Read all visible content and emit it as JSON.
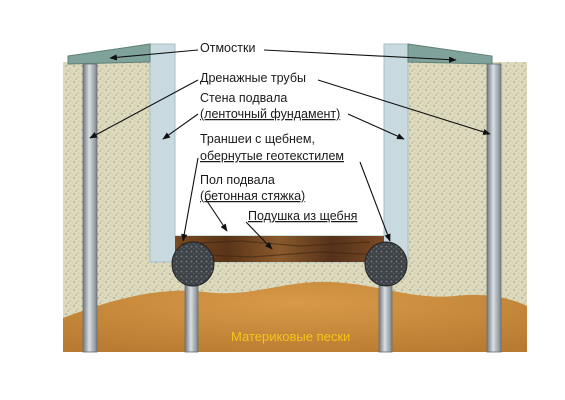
{
  "labels": {
    "otmostki": "Отмостки",
    "drain_pipes": "Дренажные трубы",
    "wall_line1": "Стена подвала",
    "wall_line2": "(ленточный фундамент)",
    "trench_line1": "Траншеи с щебнем,",
    "trench_line2": "обернутые геотекстилем",
    "floor_line1": "Пол подвала",
    "floor_line2": "(бетонная стяжка)",
    "cushion": "Подушка из щебня",
    "sands": "Материковые пески"
  },
  "colors": {
    "soil": "#d8d5b8",
    "sand": "#c98b3a",
    "wall": "#c8dae0",
    "pipe": "#9aa3a8",
    "otmostka": "#7fa39a",
    "floor": "#6e4322",
    "gravel": "#3b3f44",
    "sand_text": "#f7c21a"
  }
}
